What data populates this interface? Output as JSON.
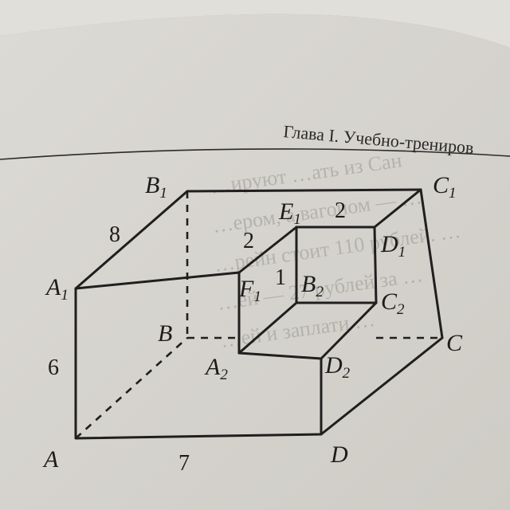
{
  "header_text": "Глава I. Учебно-трениров",
  "show_through_lines": [
    "…ируют …ать из Сан",
    "…ером, а вагоном — …",
    "…рейн стоит 110 рублей. …",
    "…ей — 27 рублей за …",
    "…ей и заплати …"
  ],
  "vertices": [
    {
      "name": "A",
      "sub": ""
    },
    {
      "name": "D",
      "sub": ""
    },
    {
      "name": "A",
      "sub": "1"
    },
    {
      "name": "B",
      "sub": "1"
    },
    {
      "name": "C",
      "sub": "1"
    },
    {
      "name": "C",
      "sub": ""
    },
    {
      "name": "B",
      "sub": ""
    },
    {
      "name": "E",
      "sub": "1"
    },
    {
      "name": "D",
      "sub": "1"
    },
    {
      "name": "F",
      "sub": "1"
    },
    {
      "name": "B",
      "sub": "2"
    },
    {
      "name": "C",
      "sub": "2"
    },
    {
      "name": "A",
      "sub": "2"
    },
    {
      "name": "D",
      "sub": "2"
    }
  ],
  "dimensions": [
    "8",
    "6",
    "7",
    "2",
    "2",
    "1"
  ]
}
